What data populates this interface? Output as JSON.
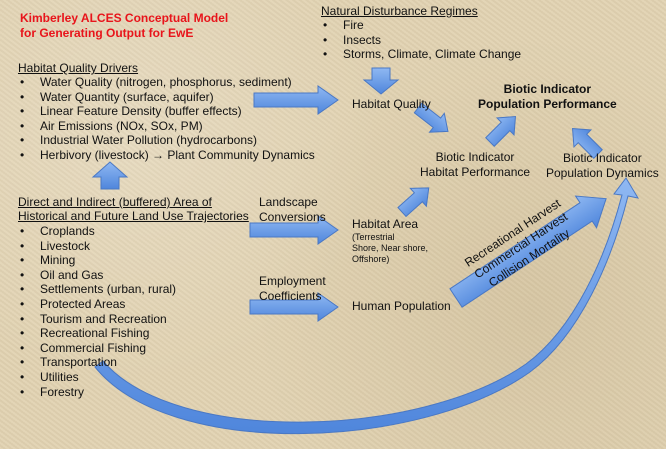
{
  "title_lines": [
    "Kimberley ALCES Conceptual Model",
    "for Generating Output for EwE"
  ],
  "disturbance": {
    "heading": "Natural Disturbance Regimes",
    "items": [
      "Fire",
      "Insects",
      "Storms, Climate, Climate Change"
    ]
  },
  "drivers": {
    "heading": "Habitat Quality Drivers",
    "items": [
      "Water Quality (nitrogen, phosphorus, sediment)",
      "Water Quantity (surface, aquifer)",
      "Linear Feature Density (buffer effects)",
      "Air Emissions (NOx, SOx, PM)",
      "Industrial Water Pollution (hydrocarbons)",
      "Herbivory (livestock) → Plant Community Dynamics"
    ]
  },
  "land_use": {
    "heading_lines": [
      "Direct and Indirect (buffered) Area of",
      "Historical and Future Land Use Trajectories"
    ],
    "items": [
      "Croplands",
      "Livestock",
      "Mining",
      "Oil and Gas",
      "Settlements (urban, rural)",
      "Protected Areas",
      "Tourism and Recreation",
      "Recreational Fishing",
      "Commercial Fishing",
      "Transportation",
      "Utilities",
      "Forestry"
    ]
  },
  "nodes": {
    "habitat_quality": "Habitat Quality",
    "habitat_area": "Habitat Area",
    "habitat_area_sub": [
      "(Terrestrial",
      "Shore, Near shore,",
      "Offshore)"
    ],
    "human_population": "Human Population",
    "habitat_performance": [
      "Biotic Indicator",
      "Habitat Performance"
    ],
    "population_performance": [
      "Biotic Indicator",
      "Population Performance"
    ],
    "population_dynamics": [
      "Biotic Indicator",
      "Population Dynamics"
    ]
  },
  "edge_labels": {
    "landscape": [
      "Landscape",
      "Conversions"
    ],
    "employment": [
      "Employment",
      "Coefficients"
    ],
    "diagonal": [
      "Recreational Harvest",
      "Commercial Harvest",
      "Collision Mortality"
    ]
  },
  "colors": {
    "title": "#e8141b",
    "arrow_fill": "#6d9ee9",
    "arrow_stroke": "#4a78c4"
  }
}
